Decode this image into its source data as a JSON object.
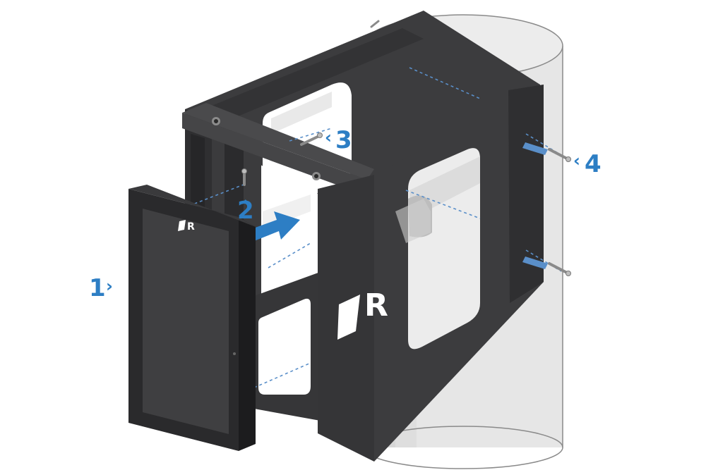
{
  "colors": {
    "accent": "#2d7ec4",
    "bracket": "#3a3a3c",
    "bracket_dark": "#2a2a2c",
    "display": "#262628",
    "screen": "#3b3b3d",
    "pole": "#e4e4e4",
    "pole_shade": "#cfcfcf",
    "dash": "#5a8fc9"
  },
  "steps": [
    {
      "number": "1",
      "caret": "›"
    },
    {
      "number": "2",
      "caret": "‸"
    },
    {
      "number": "3",
      "caret": "‹"
    },
    {
      "number": "4",
      "caret": "‹"
    }
  ],
  "display_logo": "R",
  "bracket_logo": "R",
  "icons": {
    "arrow": "insert-arrow-icon",
    "screw": "screw-icon"
  }
}
